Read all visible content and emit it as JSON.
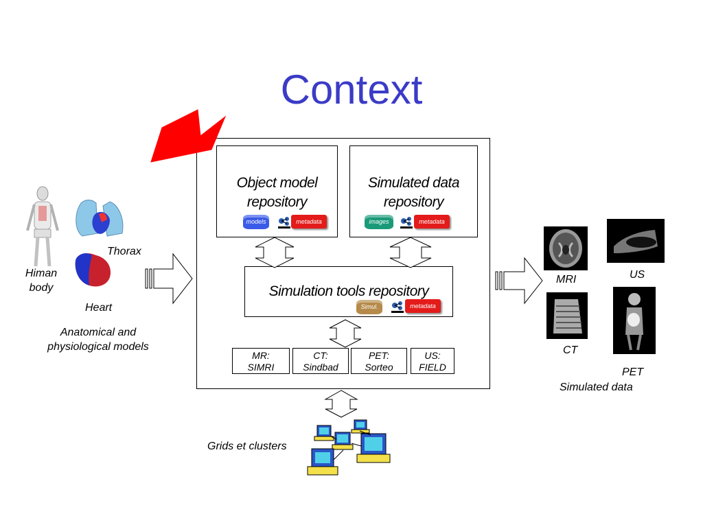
{
  "title": "Context",
  "repositories": {
    "object_model": {
      "title_line1": "Object model",
      "title_line2": "repository",
      "db_label": "models",
      "meta_label": "metadata"
    },
    "simulated_data": {
      "title_line1": "Simulated data",
      "title_line2": "repository",
      "db_label": "images",
      "meta_label": "metadata"
    },
    "simulation_tools": {
      "title": "Simulation tools repository",
      "db_label": "Simul.",
      "meta_label": "metadata"
    }
  },
  "tools": [
    {
      "line1": "MR:",
      "line2": "SIMRI"
    },
    {
      "line1": "CT:",
      "line2": "Sindbad"
    },
    {
      "line1": "PET:",
      "line2": "Sorteo"
    },
    {
      "line1": "US:",
      "line2": "FIELD"
    }
  ],
  "left": {
    "human_body": "Himan body",
    "thorax": "Thorax",
    "heart": "Heart",
    "caption_line1": "Anatomical and",
    "caption_line2": "physiological models"
  },
  "right": {
    "mri": "MRI",
    "us": "US",
    "ct": "CT",
    "pet": "PET",
    "caption": "Simulated data"
  },
  "bottom": {
    "caption": "Grids et clusters"
  },
  "colors": {
    "title": "#3b3bc8",
    "models_db": "#3a5ae8",
    "images_db": "#1a9a78",
    "simul_db": "#b58a4a",
    "metadata": "#e41b1b",
    "pointer": "#ff0000"
  },
  "icons": [
    "rdf-icon",
    "computer-icon",
    "pointer-arrow-icon",
    "double-arrow-icon",
    "block-arrow-icon"
  ]
}
